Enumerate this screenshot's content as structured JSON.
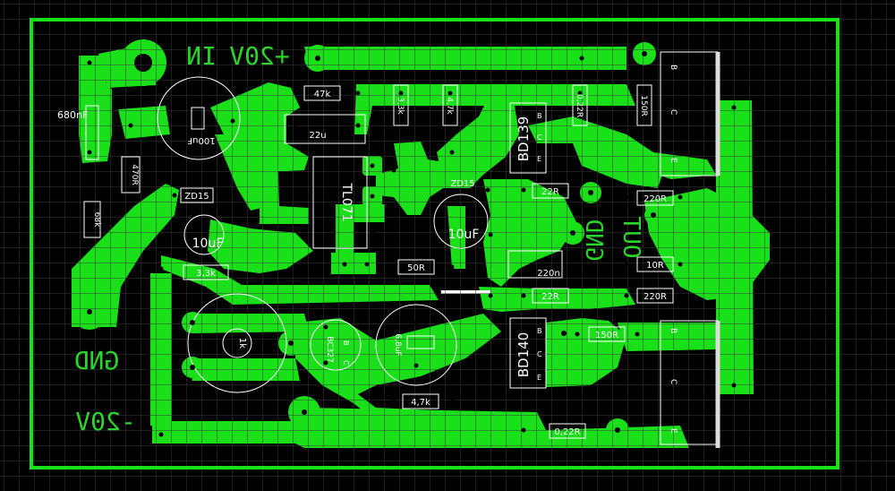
{
  "board": {
    "title": "",
    "colors": {
      "background": "#000000",
      "grid": "#3a3a3a",
      "copper": "#19e019",
      "copper_stroke": "#0a9a0a",
      "silk": "#ffffff",
      "pad_hole": "#000000"
    }
  },
  "labels": {
    "in": "IN",
    "plus_v": "+20V",
    "minus_v": "-20V",
    "gnd_left": "GND",
    "gnd_right": "GND",
    "out": "OUT"
  },
  "components": {
    "c680": "680nF",
    "c100": "100uF",
    "r47k_top": "47k",
    "r22_top": "22u",
    "r33k": "3,3k",
    "r47k_mid": "4,7k",
    "r022_top": "0,22R",
    "r150_top": "150R",
    "bd139": "BD139",
    "bd139_b": "B",
    "bd139_c": "C",
    "bd139_e": "E",
    "r470": "470R",
    "r68k": "68k",
    "ic": "TL071",
    "zd15_left": "ZD15",
    "zd15_right": "ZD15",
    "c10_left": "10uF",
    "c10_right": "10uF",
    "r22_mid": "22R",
    "r220_a": "220R",
    "r33_bottom": "3,3k",
    "r50": "50R",
    "r220n": "220n",
    "r10": "10R",
    "r22_low": "22R",
    "r220_b": "220R",
    "pot1k": "1k",
    "bc327": "BC327",
    "bc_b": "B",
    "bc_c": "C",
    "c68": "6,8uF",
    "r47k_bot": "4,7k",
    "bd140": "BD140",
    "bd140_b": "B",
    "bd140_c": "C",
    "bd140_e": "E",
    "r150_bot": "150R",
    "r022_bot": "0,22R",
    "q_top_b": "B",
    "q_top_c": "C",
    "q_top_e": "E",
    "q_bot_b": "B",
    "q_bot_c": "C",
    "q_bot_e": "E"
  }
}
